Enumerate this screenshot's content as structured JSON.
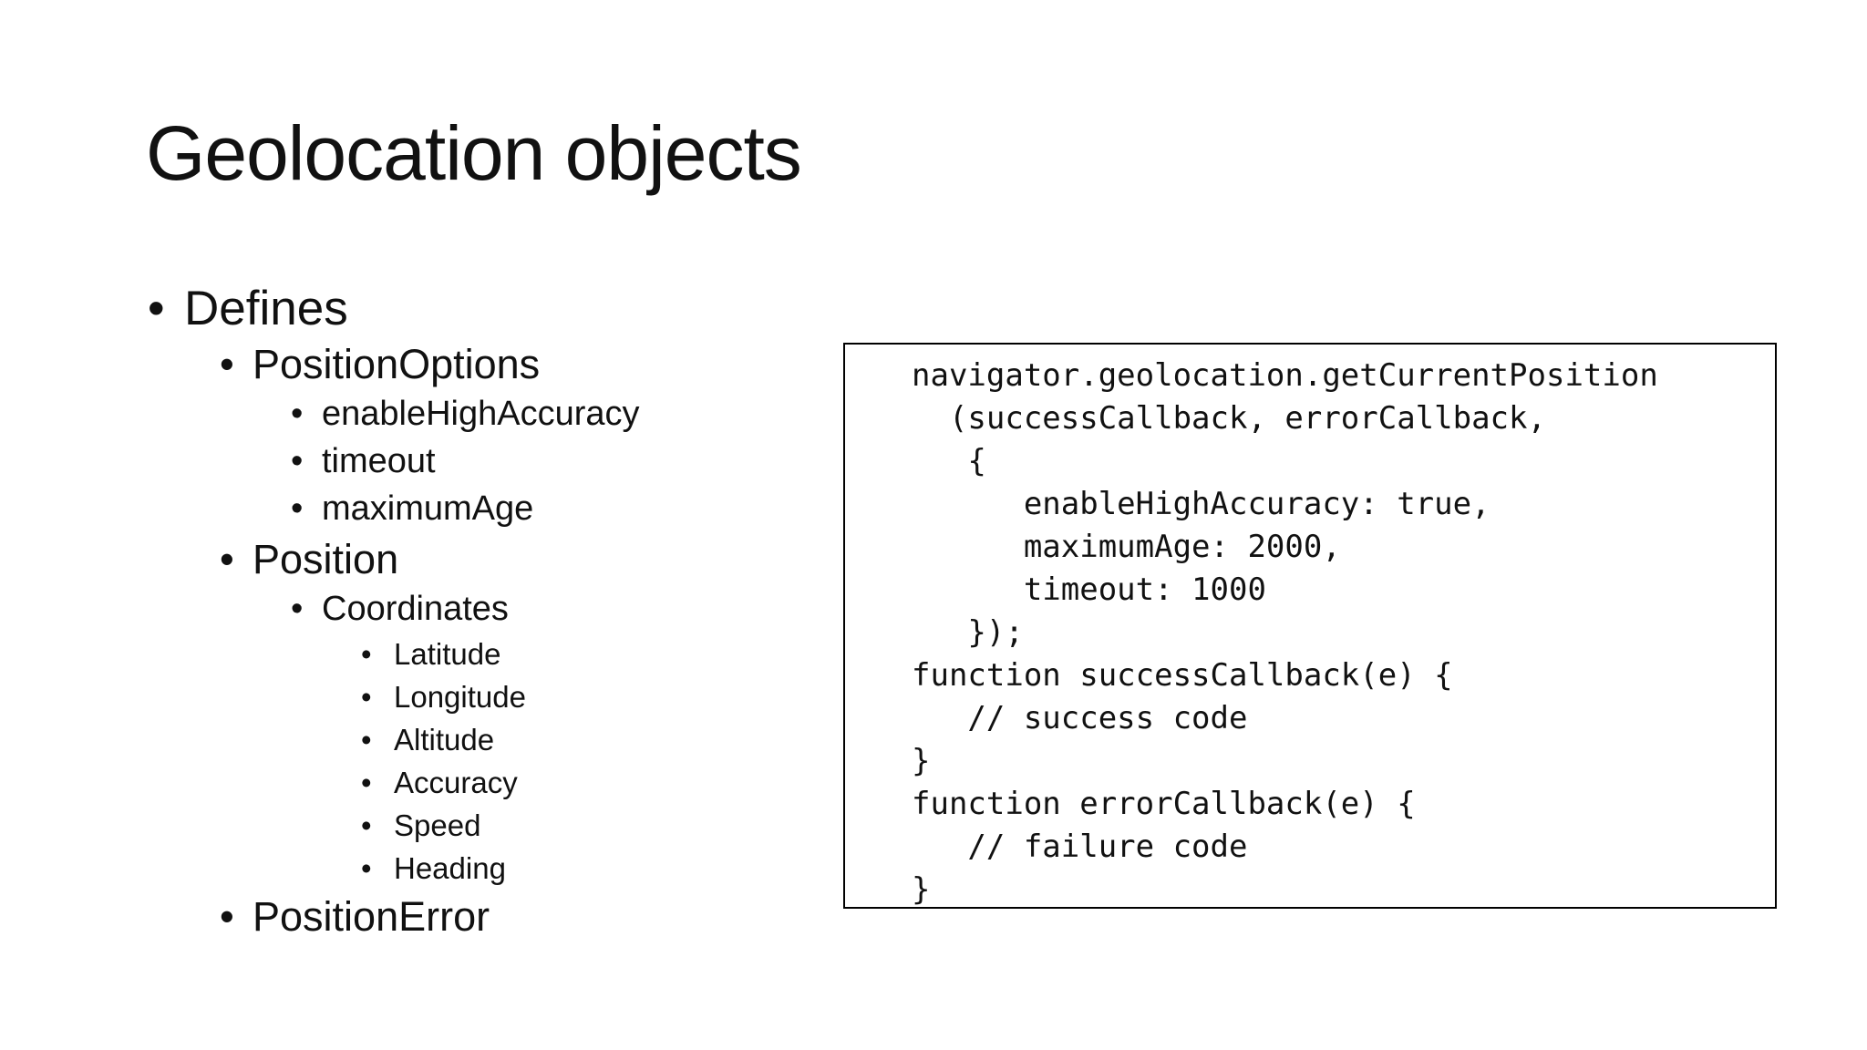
{
  "slide": {
    "title": "Geolocation objects",
    "bullet_char": "•",
    "bullets": [
      {
        "level": 1,
        "label": "Defines"
      },
      {
        "level": 2,
        "label": "PositionOptions"
      },
      {
        "level": 3,
        "label": "enableHighAccuracy"
      },
      {
        "level": 3,
        "label": "timeout"
      },
      {
        "level": 3,
        "label": "maximumAge"
      },
      {
        "level": 2,
        "label": "Position"
      },
      {
        "level": 3,
        "label": "Coordinates"
      },
      {
        "level": 4,
        "label": "Latitude"
      },
      {
        "level": 4,
        "label": "Longitude"
      },
      {
        "level": 4,
        "label": "Altitude"
      },
      {
        "level": 4,
        "label": "Accuracy"
      },
      {
        "level": 4,
        "label": "Speed"
      },
      {
        "level": 4,
        "label": "Heading"
      },
      {
        "level": 2,
        "label": "PositionError"
      }
    ],
    "code_block": {
      "lines": [
        "navigator.geolocation.getCurrentPosition",
        "  (successCallback, errorCallback,",
        "   {",
        "      enableHighAccuracy: true,",
        "      maximumAge: 2000,",
        "      timeout: 1000",
        "   });",
        "function successCallback(e) {",
        "   // success code",
        "}",
        "function errorCallback(e) {",
        "   // failure code",
        "}"
      ]
    },
    "colors": {
      "text": "#111111",
      "background": "#ffffff",
      "code_border": "#000000"
    }
  }
}
